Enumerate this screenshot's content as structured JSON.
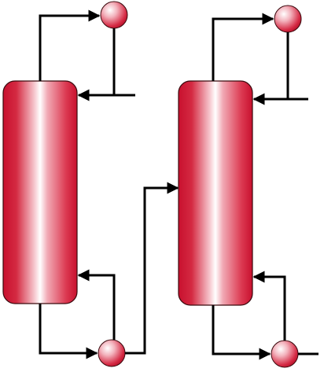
{
  "diagram": {
    "type": "distillation-train",
    "columns": [
      {
        "id": "column-1",
        "reflux_drum": "column-1-reflux-drum",
        "reboiler": "column-1-reboiler-drum"
      },
      {
        "id": "column-2",
        "reflux_drum": "column-2-reflux-drum",
        "reboiler": "column-2-reboiler-drum"
      }
    ],
    "connections": [
      {
        "from": "column-1",
        "to": "column-1-reflux-drum",
        "kind": "overhead-vapor"
      },
      {
        "from": "column-1-reflux-drum",
        "to": "column-1",
        "kind": "reflux"
      },
      {
        "from": "column-1",
        "to": "column-1-reboiler-drum",
        "kind": "bottoms"
      },
      {
        "from": "column-1-reboiler-drum",
        "to": "column-1",
        "kind": "boilup"
      },
      {
        "from": "column-1-reboiler-drum",
        "to": "column-2",
        "kind": "feed"
      },
      {
        "from": "column-2",
        "to": "column-2-reflux-drum",
        "kind": "overhead-vapor"
      },
      {
        "from": "column-2-reflux-drum",
        "to": "column-2",
        "kind": "reflux"
      },
      {
        "from": "column-2",
        "to": "column-2-reboiler-drum",
        "kind": "bottoms"
      },
      {
        "from": "column-2-reboiler-drum",
        "to": "column-2",
        "kind": "boilup"
      }
    ],
    "colors": {
      "vessel_dark": "#c8102e",
      "vessel_mid": "#e2314a",
      "vessel_light": "#ffffff",
      "pipe": "#000000",
      "background": "#ffffff"
    }
  }
}
